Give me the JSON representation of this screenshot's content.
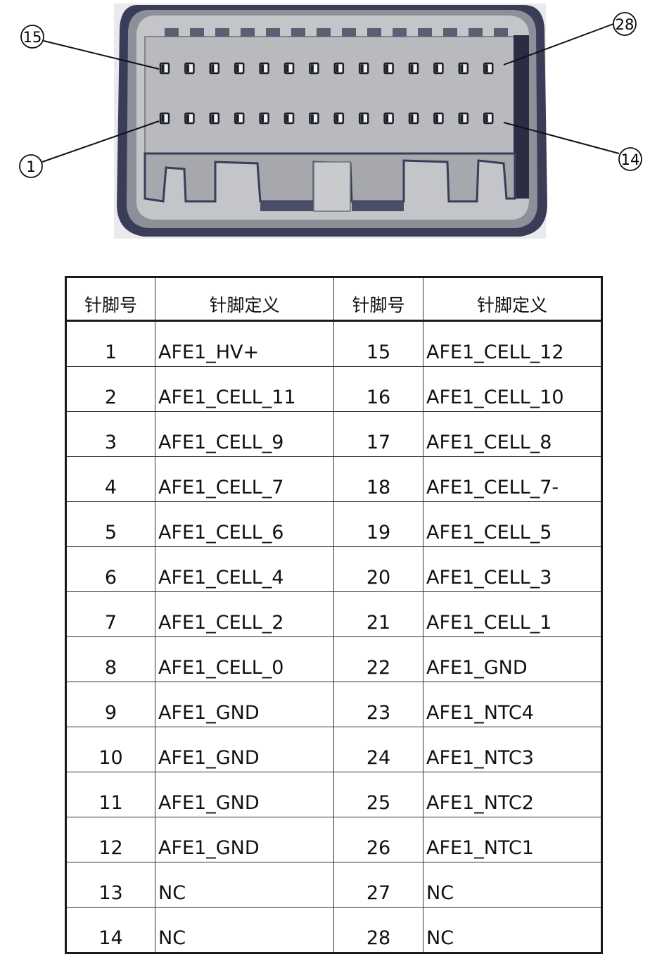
{
  "connector": {
    "callouts": [
      {
        "pin": "15",
        "label": "15"
      },
      {
        "pin": "1",
        "label": "1"
      },
      {
        "pin": "28",
        "label": "28"
      },
      {
        "pin": "14",
        "label": "14"
      }
    ],
    "colors": {
      "housing_outer": "#3a3d58",
      "housing_frame": "#8c8e97",
      "housing_face": "#b9babd",
      "pin_slot": "#1c1d2a",
      "shadow": "#2b2d45"
    }
  },
  "table": {
    "headers": [
      "针脚号",
      "针脚定义",
      "针脚号",
      "针脚定义"
    ],
    "rows": [
      [
        "1",
        "AFE1_HV+",
        "15",
        "AFE1_CELL_12"
      ],
      [
        "2",
        "AFE1_CELL_11",
        "16",
        "AFE1_CELL_10"
      ],
      [
        "3",
        "AFE1_CELL_9",
        "17",
        "AFE1_CELL_8"
      ],
      [
        "4",
        "AFE1_CELL_7",
        "18",
        "AFE1_CELL_7-"
      ],
      [
        "5",
        "AFE1_CELL_6",
        "19",
        "AFE1_CELL_5"
      ],
      [
        "6",
        "AFE1_CELL_4",
        "20",
        "AFE1_CELL_3"
      ],
      [
        "7",
        "AFE1_CELL_2",
        "21",
        "AFE1_CELL_1"
      ],
      [
        "8",
        "AFE1_CELL_0",
        "22",
        "AFE1_GND"
      ],
      [
        "9",
        "AFE1_GND",
        "23",
        "AFE1_NTC4"
      ],
      [
        "10",
        "AFE1_GND",
        "24",
        "AFE1_NTC3"
      ],
      [
        "11",
        "AFE1_GND",
        "25",
        "AFE1_NTC2"
      ],
      [
        "12",
        "AFE1_GND",
        "26",
        "AFE1_NTC1"
      ],
      [
        "13",
        "NC",
        "27",
        "NC"
      ],
      [
        "14",
        "NC",
        "28",
        "NC"
      ]
    ]
  }
}
